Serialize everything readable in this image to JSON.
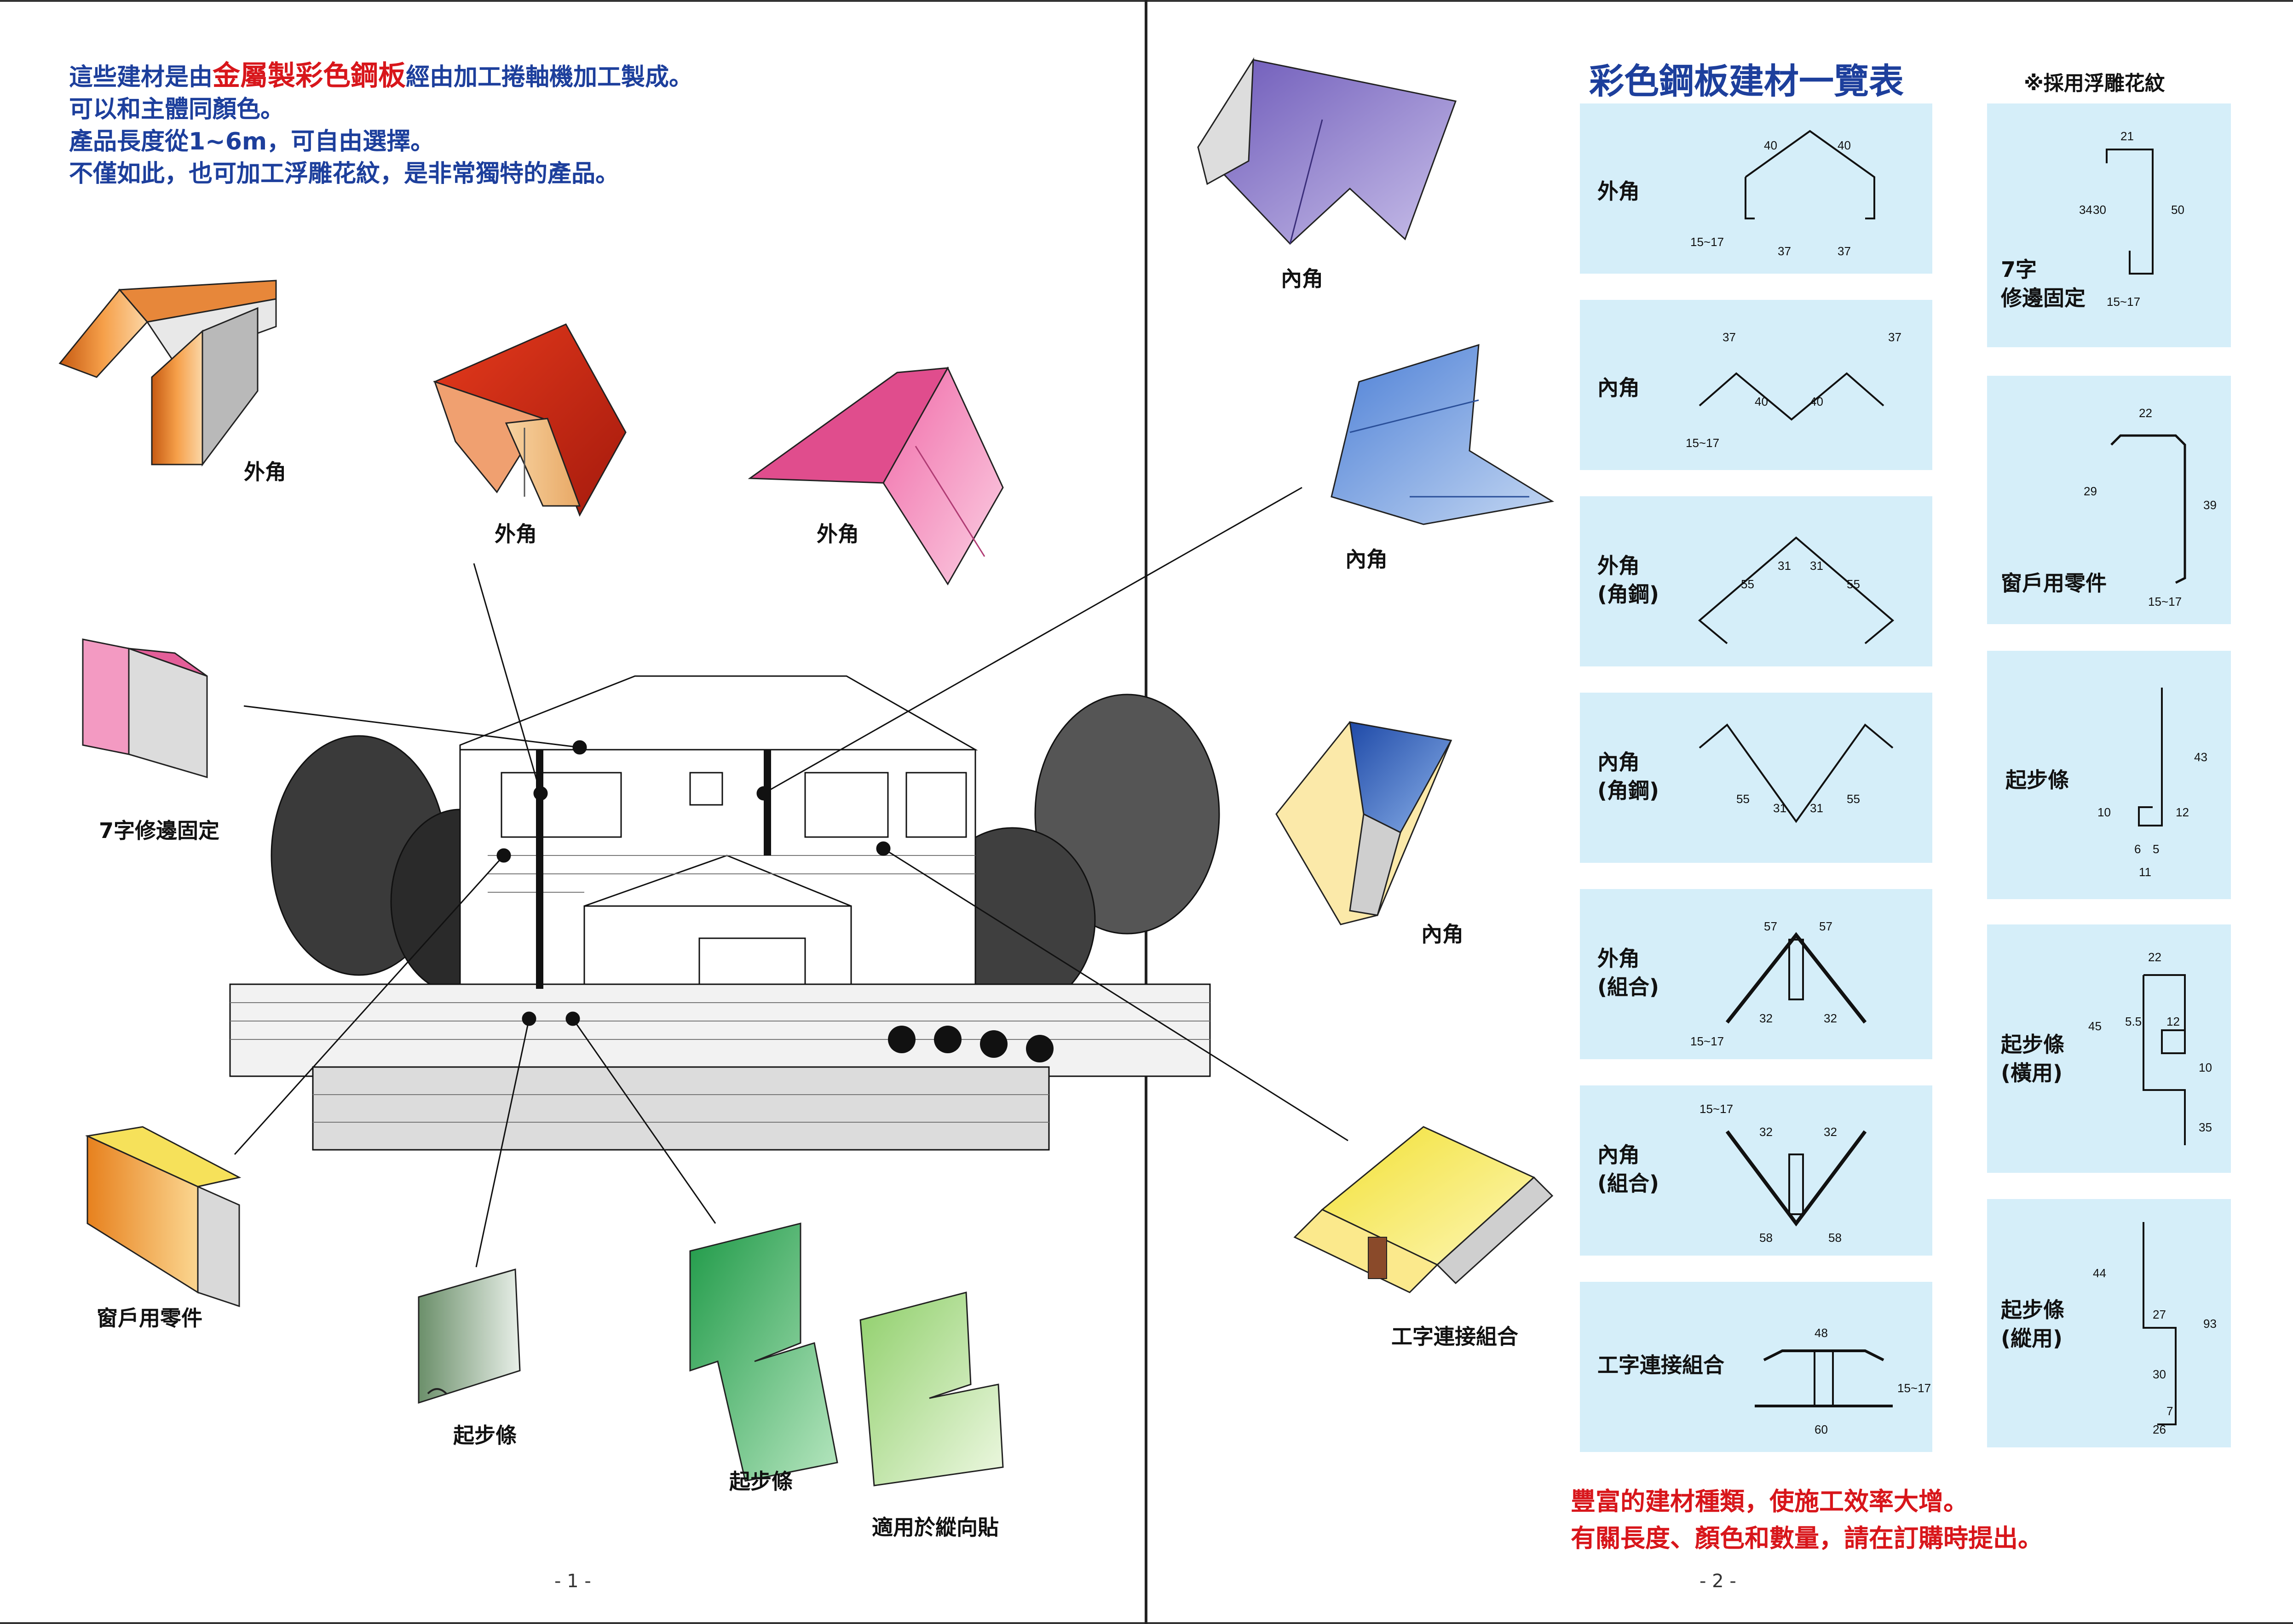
{
  "page1": {
    "intro": {
      "line1_pre": "這些建材是由",
      "line1_highlight": "金屬製彩色鋼板",
      "line1_post": "經由加工捲軸機加工製成。",
      "line2": "可以和主體同顏色。",
      "line3": "產品長度從1~6m，可自由選擇。",
      "line4": "不僅如此，也可加工浮雕花紋，是非常獨特的產品。"
    },
    "labels": {
      "outer_corner_1": "外角",
      "outer_corner_2": "外角",
      "outer_corner_3": "外角",
      "l_trim": "7字修邊固定",
      "window_part": "窗戶用零件",
      "starter_1": "起步條",
      "starter_2": "起步條",
      "vertical": "適用於縱向貼"
    },
    "page_number": "- 1 -"
  },
  "page2": {
    "title": "彩色鋼板建材一覽表",
    "emboss_note": "※採用浮雕花紋",
    "labels": {
      "inner_corner_1": "內角",
      "inner_corner_2": "內角",
      "inner_corner_3": "內角",
      "h_joint": "工字連接組合"
    },
    "table_left": [
      {
        "caption": "外角",
        "dims": [
          "40",
          "40",
          "15~17",
          "37",
          "37"
        ]
      },
      {
        "caption": "內角",
        "dims": [
          "37",
          "37",
          "40",
          "40",
          "15~17"
        ]
      },
      {
        "caption": "外角\n(角鋼)",
        "dims": [
          "55",
          "31",
          "31",
          "55"
        ]
      },
      {
        "caption": "內角\n(角鋼)",
        "dims": [
          "55",
          "31",
          "31",
          "55"
        ]
      },
      {
        "caption": "外角\n(組合)",
        "dims": [
          "57",
          "57",
          "15~17",
          "32",
          "32"
        ]
      },
      {
        "caption": "內角\n(組合)",
        "dims": [
          "15~17",
          "32",
          "32",
          "58",
          "58"
        ]
      },
      {
        "caption": "工字連接組合",
        "dims": [
          "48",
          "15~17",
          "60"
        ]
      }
    ],
    "table_right": [
      {
        "caption": "7字\n修邊固定",
        "dims": [
          "21",
          "34",
          "30",
          "50",
          "15~17"
        ]
      },
      {
        "caption": "窗戶用零件",
        "dims": [
          "22",
          "29",
          "39",
          "15~17"
        ]
      },
      {
        "caption": "起步條",
        "dims": [
          "43",
          "10",
          "12",
          "6",
          "5",
          "11"
        ]
      },
      {
        "caption": "起步條\n(橫用)",
        "dims": [
          "22",
          "45",
          "5.5",
          "12",
          "10",
          "35"
        ]
      },
      {
        "caption": "起步條\n(縱用)",
        "dims": [
          "44",
          "27",
          "93",
          "30",
          "7",
          "26"
        ]
      }
    ],
    "footer_line1": "豐富的建材種類，使施工效率大增。",
    "footer_line2": "有關長度、顏色和數量，請在訂購時提出。",
    "page_number": "- 2 -"
  },
  "colors": {
    "intro_blue": "#1d3f9c",
    "highlight_red": "#d8161b",
    "table_cell": "#d5eef9"
  }
}
